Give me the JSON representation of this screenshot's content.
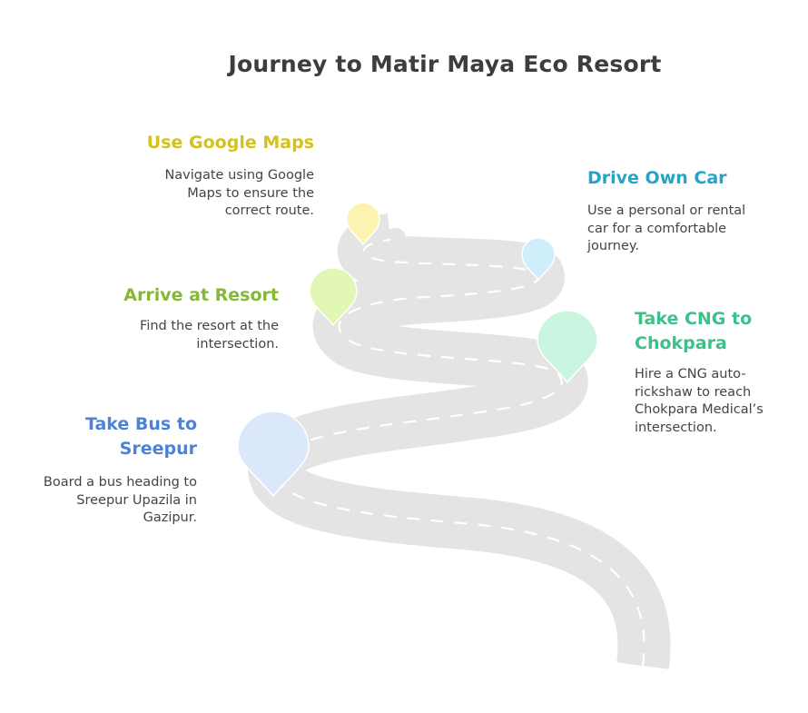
{
  "title": "Journey to Matir Maya Eco Resort",
  "colors": {
    "road": "#e4e4e4",
    "dash": "#ffffff",
    "google_maps": "#d4c21c",
    "own_car": "#27a3c8",
    "resort": "#86b838",
    "cng": "#3fbf8a",
    "bus": "#4d83d6"
  },
  "steps": [
    {
      "id": "use-google-maps",
      "heading": "Use Google Maps",
      "description": "Navigate using Google Maps to ensure the correct route.",
      "pin_color": "#fdf3b0"
    },
    {
      "id": "drive-own-car",
      "heading": "Drive Own Car",
      "description": "Use a personal or rental car for a comfortable journey.",
      "pin_color": "#cdeefa"
    },
    {
      "id": "arrive-at-resort",
      "heading": "Arrive at Resort",
      "description": "Find the resort at the intersection.",
      "pin_color": "#e3f7b4"
    },
    {
      "id": "take-cng",
      "heading": "Take CNG to Chokpara",
      "description": "Hire a CNG auto-rickshaw to reach Chokpara Medical’s intersection.",
      "pin_color": "#c9f5e1"
    },
    {
      "id": "take-bus",
      "heading": "Take Bus to Sreepur",
      "description": "Board a bus heading to Sreepur Upazila in Gazipur.",
      "pin_color": "#dbe7fb"
    }
  ]
}
